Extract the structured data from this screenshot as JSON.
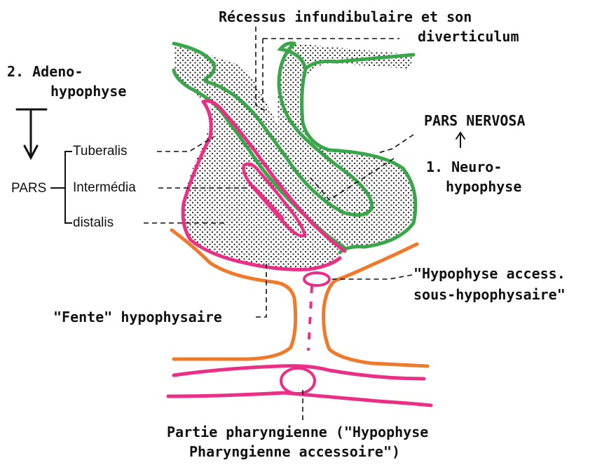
{
  "colors": {
    "ink": "#111111",
    "green": "#3aa64a",
    "pink": "#ec2f86",
    "orange": "#f07a2c",
    "background": "#ffffff"
  },
  "labels": {
    "recessus_line1": "Récessus infundibulaire et son",
    "recessus_line2": "diverticulum",
    "adeno_line1": "2.  Adeno-",
    "adeno_line2": "hypophyse",
    "pars_nervosa": "PARS  NERVOSA",
    "neuro_line1": "1. Neuro-",
    "neuro_line2": "hypophyse",
    "pars": "PARS",
    "tuberalis": "Tuberalis",
    "intermedia": "Intermédia",
    "distalis": "distalis",
    "access_line1": "\"Hypophyse access.",
    "access_line2": "sous-hypophysaire\"",
    "fente": "\"Fente\" hypophysaire",
    "pharyng_line1": "Partie pharyngienne (\"Hypophyse",
    "pharyng_line2": "Pharyngienne accessoire\")"
  },
  "icons": {
    "down_arrow": "arrow-down-icon",
    "up_arrow": "arrow-up-icon"
  }
}
